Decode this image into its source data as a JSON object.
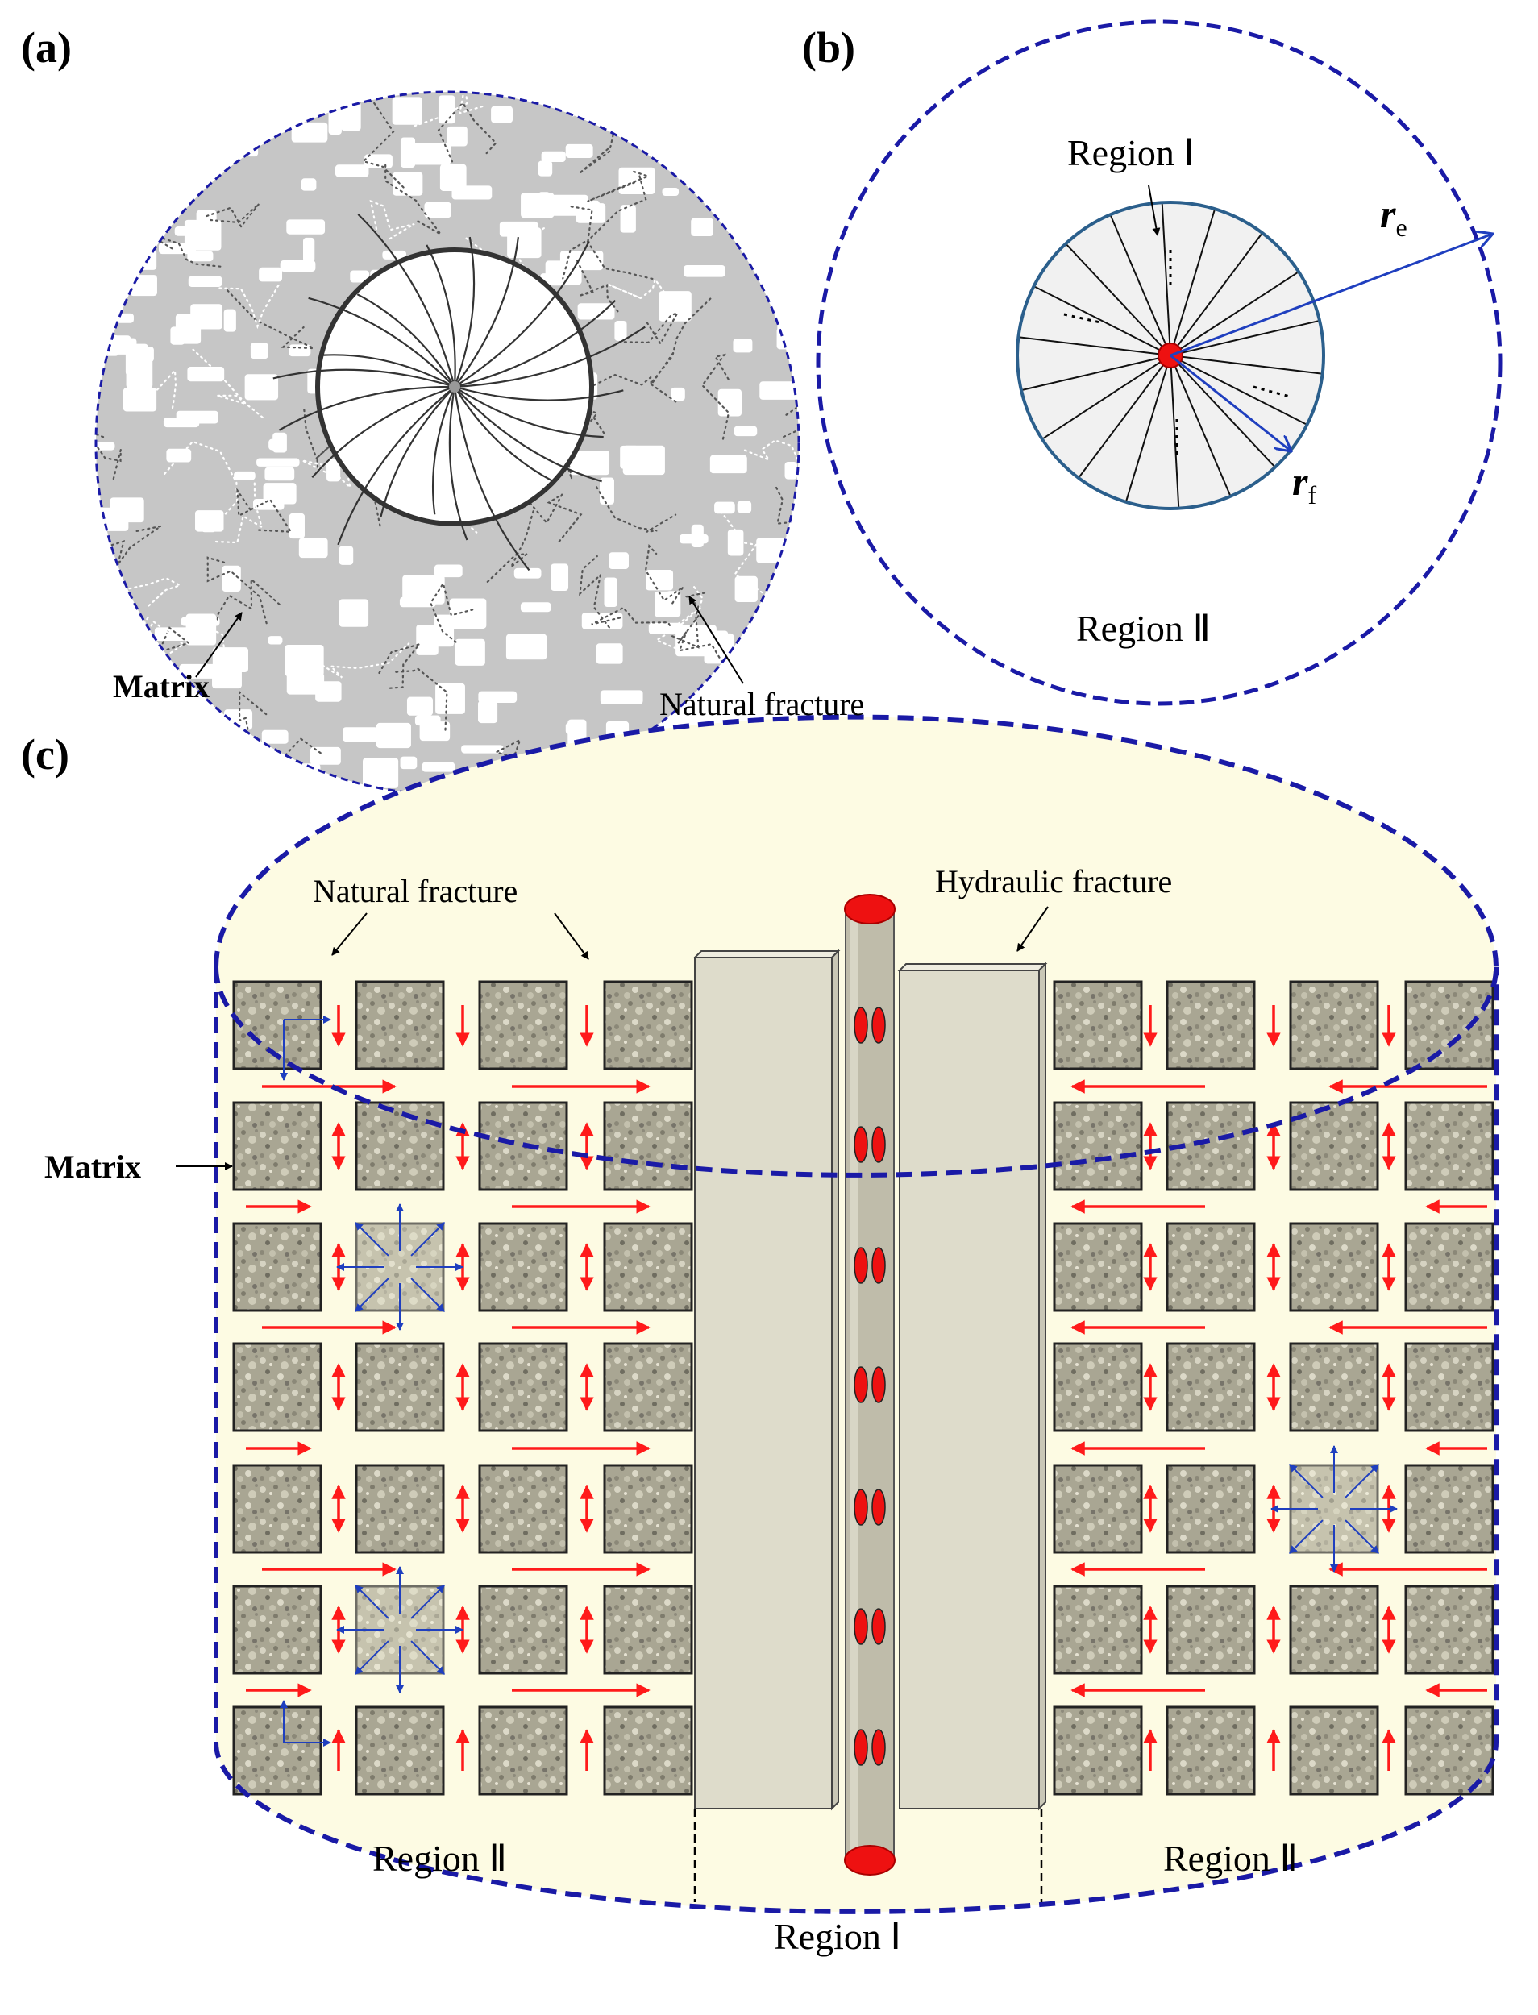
{
  "panels": {
    "a": {
      "label": "(a)",
      "matrix_label": "Matrix",
      "natural_fracture_label": "Natural fracture"
    },
    "b": {
      "label": "(b)",
      "region_1_label": "Region Ⅰ",
      "region_2_label": "Region Ⅱ",
      "r_e": {
        "symbol": "r",
        "sub": "e"
      },
      "r_f": {
        "symbol": "r",
        "sub": "f"
      }
    },
    "c": {
      "label": "(c)",
      "natural_fracture_label": "Natural fracture",
      "hydraulic_fracture_label": "Hydraulic fracture",
      "matrix_label": "Matrix",
      "region_2_left_label": "Region Ⅱ",
      "region_1_label": "Region Ⅰ",
      "region_2_right_label": "Region Ⅱ"
    }
  },
  "colors": {
    "boundary": "#1a1aa6",
    "flow_arrow": "#ff1a1a",
    "diffusion_arrow": "#1f3fbf",
    "wellbore_perforation": "#ee1111",
    "reservoir_fill": "#fdfbe3",
    "matrix_block": "#a6a290",
    "fracture_slab": "#dedccb",
    "grey_rock": "#c2c2c2"
  }
}
